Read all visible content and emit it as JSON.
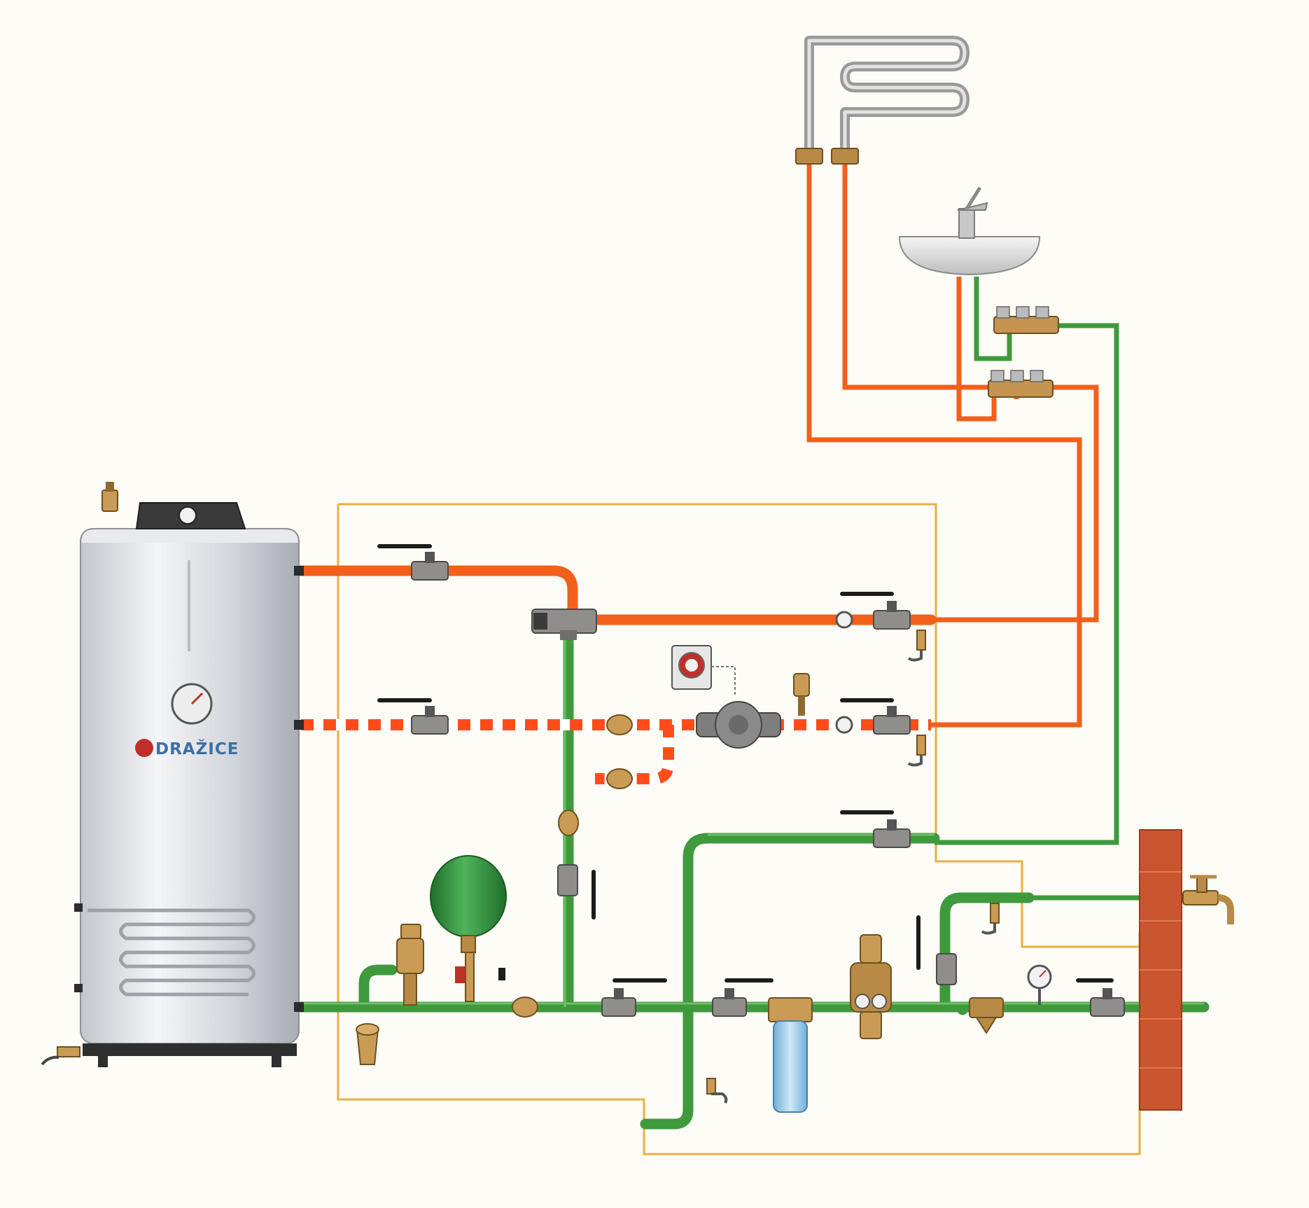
{
  "diagram": {
    "kind": "domestic hot water plumbing schematic",
    "brand_label": "DRAŽICE",
    "colors": {
      "hot_water_pipe": "#f2601c",
      "circulation_pipe_stripe_a": "#ff4d1a",
      "circulation_pipe_stripe_b": "#ffffff",
      "cold_water_pipe": "#3e9a3c",
      "valve_body": "#8f8e8a",
      "valve_handle": "#1c1c1c",
      "brass_fitting": "#c99b55",
      "expansion_vessel": "#2f8f3c",
      "boiler_body": "#d7d9dd",
      "boiler_lid": "#3a3a3a",
      "wall": "#c9552e",
      "filter_bowl": "#8ec6e8",
      "control_wire": "#e9b03f",
      "background": "#fdfcf6"
    },
    "components": [
      {
        "name": "hot-water-storage-tank",
        "icon": "boiler-icon"
      },
      {
        "name": "thermometer",
        "icon": "gauge-icon"
      },
      {
        "name": "heat-exchanger-coil",
        "icon": "coil-icon"
      },
      {
        "name": "safety-valve",
        "icon": "valve-icon"
      },
      {
        "name": "expansion-vessel",
        "icon": "tank-icon"
      },
      {
        "name": "thermostatic-mixing-valve",
        "icon": "mixer-icon"
      },
      {
        "name": "circulation-pump",
        "icon": "pump-icon"
      },
      {
        "name": "pump-timer",
        "icon": "timer-icon"
      },
      {
        "name": "pressure-reducing-valve",
        "icon": "reducer-icon"
      },
      {
        "name": "water-filter",
        "icon": "filter-icon"
      },
      {
        "name": "pressure-gauge",
        "icon": "gauge-icon"
      },
      {
        "name": "strainer",
        "icon": "strainer-icon"
      },
      {
        "name": "towel-radiator",
        "icon": "radiator-icon"
      },
      {
        "name": "wash-basin",
        "icon": "sink-icon"
      },
      {
        "name": "hot-water-manifold",
        "icon": "manifold-icon"
      },
      {
        "name": "cold-water-manifold",
        "icon": "manifold-icon"
      },
      {
        "name": "garden-tap",
        "icon": "tap-icon"
      },
      {
        "name": "building-wall",
        "icon": "wall-icon"
      }
    ]
  }
}
